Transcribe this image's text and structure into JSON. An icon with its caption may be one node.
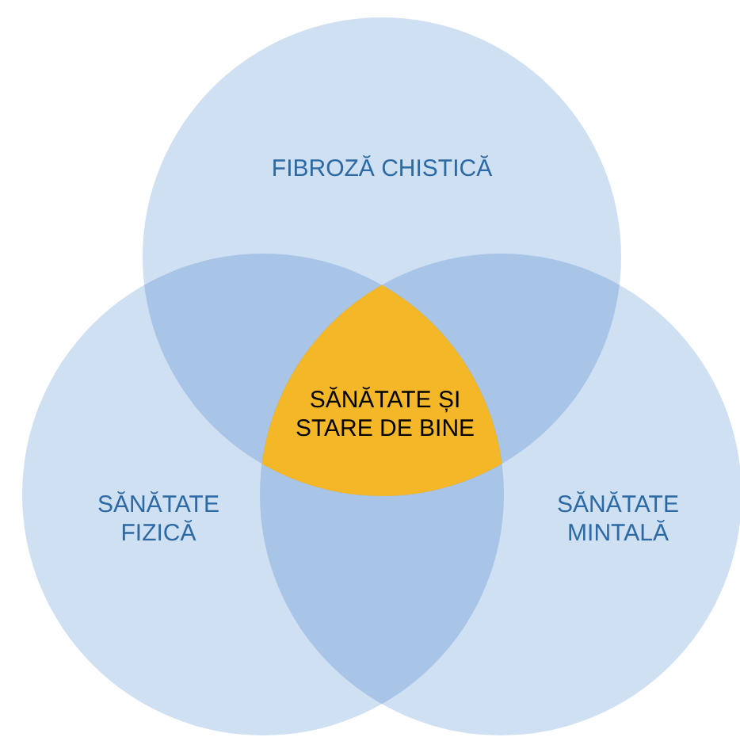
{
  "diagram": {
    "nodes": [
      {
        "text": [
          "FIBROZĂ CHISTICĂ"
        ]
      },
      {
        "text": [
          "SĂNĂTATE FIZICĂ"
        ]
      },
      {
        "text": [
          "SĂNĂTATE MINTALĂ"
        ]
      },
      {
        "text": [
          "SĂNĂTATE ȘI STARE DE BINE"
        ]
      }
    ]
  }
}
